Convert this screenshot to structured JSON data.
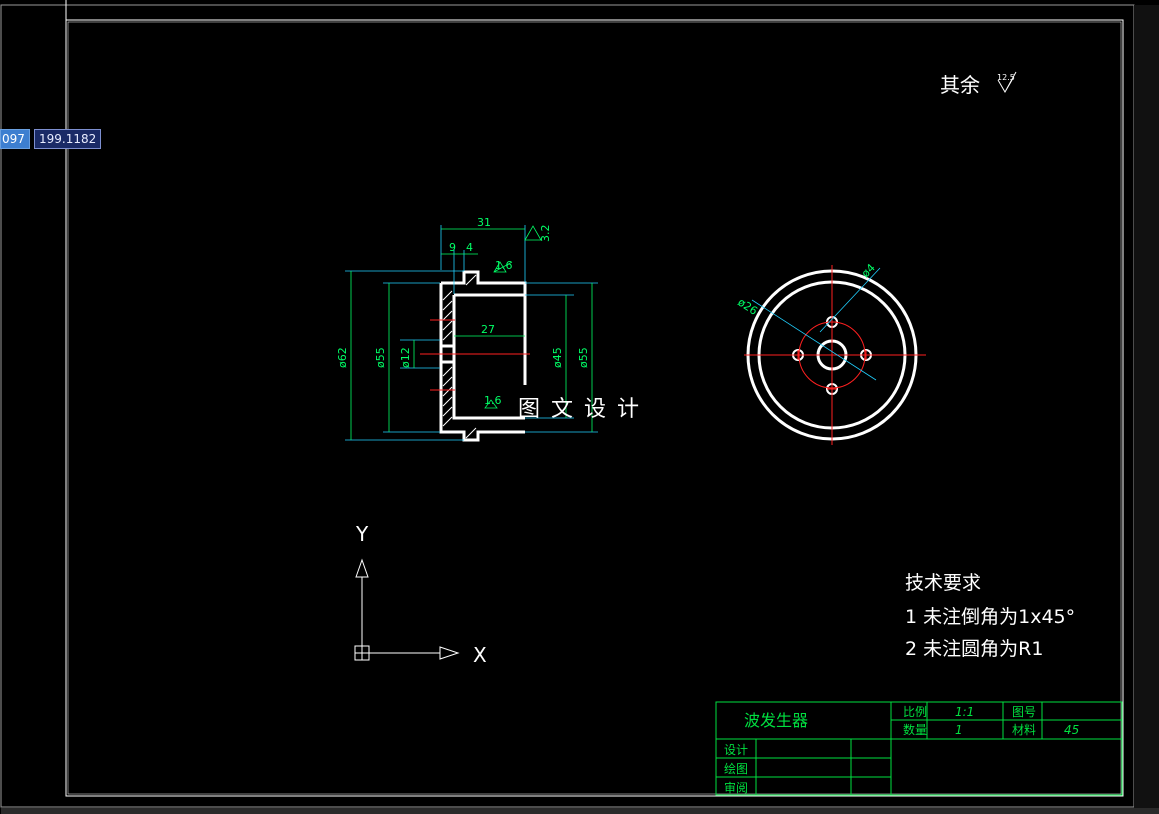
{
  "coordinate_input": {
    "x_value": "097",
    "y_value": "199.1182"
  },
  "surface_note": {
    "label": "其余",
    "roughness": "12.5"
  },
  "watermark": "图 文 设 计",
  "section_view": {
    "dims": {
      "overall_length": "31",
      "step_a": "9",
      "step_b": "4",
      "bore_depth": "27",
      "dia_outer": "ø62",
      "dia_step": "ø55",
      "dia_hole": "ø12",
      "dia_bore": "ø45",
      "dia_bore_right": "ø55",
      "rough_top": "1.6",
      "rough_inner": "1.6",
      "rough_corner": "3.2"
    }
  },
  "end_view": {
    "dims": {
      "pcd": "ø26",
      "hole": "ø4"
    }
  },
  "ucs": {
    "x_label": "X",
    "y_label": "Y"
  },
  "tech_requirements": {
    "title": "技术要求",
    "items": [
      "1 未注倒角为1x45°",
      "2 未注圆角为R1"
    ]
  },
  "title_block": {
    "part_name": "波发生器",
    "scale_label": "比例",
    "scale_value": "1:1",
    "drawing_no_label": "图号",
    "qty_label": "数量",
    "qty_value": "1",
    "material_label": "材料",
    "material_value": "45",
    "designer_label": "设计",
    "drafter_label": "绘图",
    "reviewer_label": "审阅"
  },
  "colors": {
    "drawing": "#ffffff",
    "dimension": "#00ff66",
    "centerline": "#ff2020",
    "title_block": "#00e040",
    "dim_ext": "#20d0ff"
  }
}
